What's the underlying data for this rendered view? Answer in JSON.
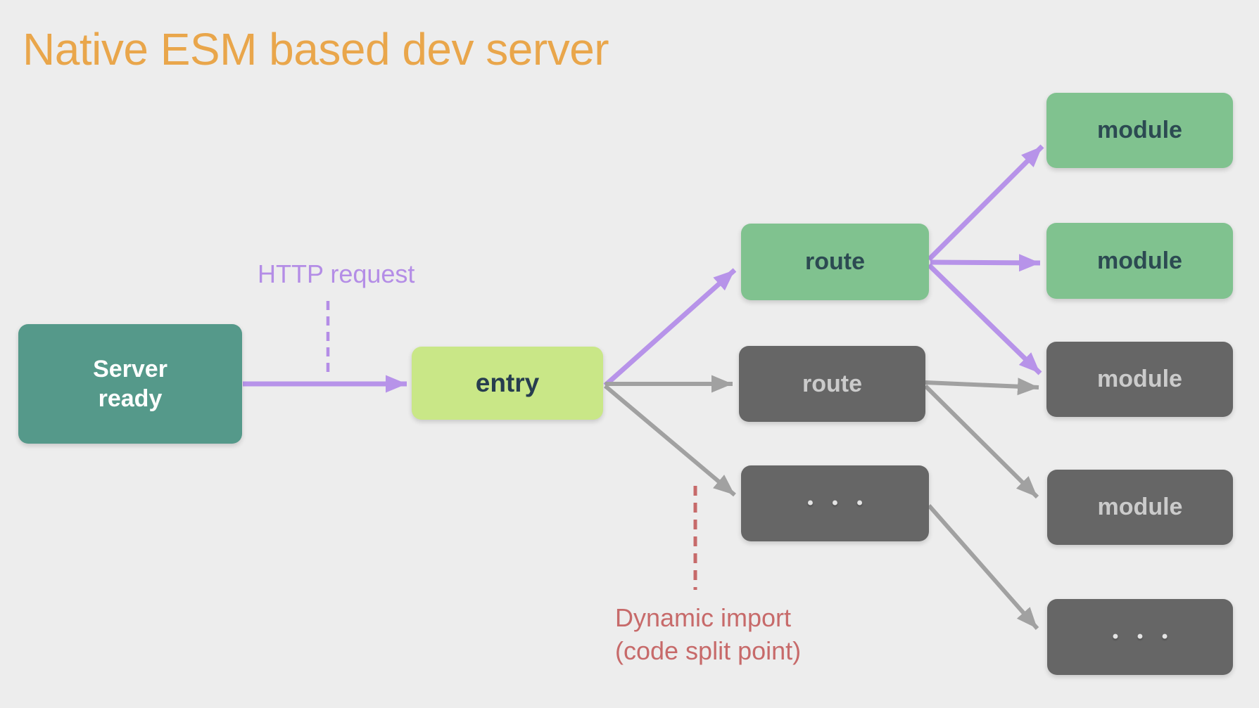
{
  "title": "Native ESM based dev server",
  "annotations": {
    "http_request": "HTTP request",
    "dynamic_import": "Dynamic import\n(code split point)"
  },
  "nodes": {
    "server": {
      "label": "Server\nready"
    },
    "entry": {
      "label": "entry"
    },
    "route_green": {
      "label": "route"
    },
    "route_gray": {
      "label": "route"
    },
    "more_mid": {
      "label": "• • •"
    },
    "module_green_1": {
      "label": "module"
    },
    "module_green_2": {
      "label": "module"
    },
    "module_gray_1": {
      "label": "module"
    },
    "module_gray_2": {
      "label": "module"
    },
    "more_right": {
      "label": "• • •"
    }
  },
  "edges": [
    {
      "id": "server-entry",
      "from": "server",
      "to": "entry",
      "style": "purple"
    },
    {
      "id": "entry-route-green",
      "from": "entry",
      "to": "route_green",
      "style": "purple"
    },
    {
      "id": "entry-route-gray",
      "from": "entry",
      "to": "route_gray",
      "style": "gray"
    },
    {
      "id": "entry-more-mid",
      "from": "entry",
      "to": "more_mid",
      "style": "gray"
    },
    {
      "id": "route-green-module-1",
      "from": "route_green",
      "to": "module_green_1",
      "style": "purple"
    },
    {
      "id": "route-green-module-2",
      "from": "route_green",
      "to": "module_green_2",
      "style": "purple"
    },
    {
      "id": "route-green-module-gray-1",
      "from": "route_green",
      "to": "module_gray_1",
      "style": "purple"
    },
    {
      "id": "route-gray-module-gray-1",
      "from": "route_gray",
      "to": "module_gray_1",
      "style": "gray"
    },
    {
      "id": "route-gray-module-gray-2",
      "from": "route_gray",
      "to": "module_gray_2",
      "style": "gray"
    },
    {
      "id": "more-mid-more-right",
      "from": "more_mid",
      "to": "more_right",
      "style": "gray"
    }
  ],
  "colors": {
    "bg": "#EDEDED",
    "orange": "#E9A64B",
    "teal": "#55998A",
    "lime": "#C9E787",
    "green": "#80C28F",
    "dark": "#666666",
    "purple_arrow": "#B793E9",
    "purple_text": "#B48DE6",
    "gray_arrow": "#A1A1A1",
    "red": "#C76A6A",
    "server_text": "#FFFFFF",
    "entry_text": "#273D4F",
    "green_text": "#2C4A52",
    "dark_text": "#CBCBCB",
    "dots": "#E4E4E4"
  }
}
